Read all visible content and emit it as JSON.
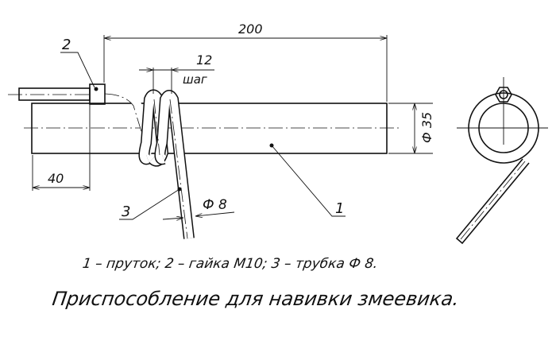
{
  "labels": {
    "part1": "1",
    "part2": "2",
    "part3": "3",
    "dim_length": "200",
    "dim_offset": "40",
    "dim_pitch": "12",
    "dim_pitch_label": "шаг",
    "dim_diameter": "Ф 35",
    "dim_tube": "Ф 8"
  },
  "legend": "1 – пруток; 2 – гайка М10; 3 – трубка  Ф 8.",
  "title": "Приспособление для навивки змеевика."
}
